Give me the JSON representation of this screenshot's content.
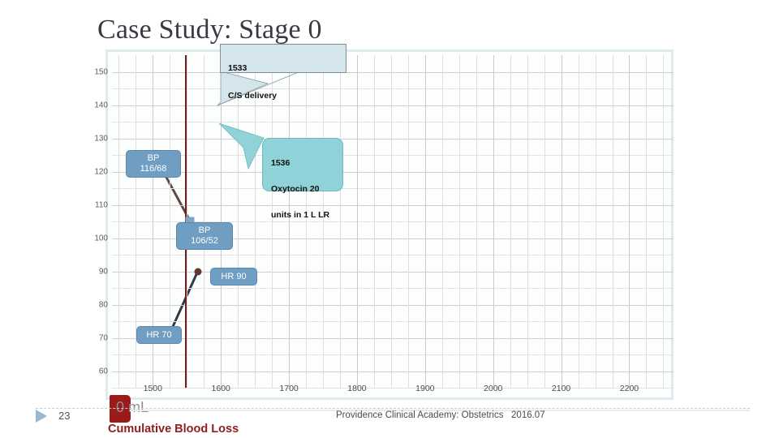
{
  "slide": {
    "title": "Case Study: Stage 0",
    "number": "23",
    "footer": "Providence Clinical Academy: Obstetrics   2016.07",
    "nav_arrow_icon": "play-triangle-icon"
  },
  "chart_data": {
    "type": "line",
    "title": "Case Study: Stage 0",
    "xlabel": "",
    "ylabel": "",
    "xlim": [
      1440,
      2265
    ],
    "ylim": [
      55,
      155
    ],
    "yticks": [
      150,
      140,
      130,
      120,
      110,
      100,
      90,
      80,
      70,
      60
    ],
    "xticks": [
      1500,
      1600,
      1700,
      1800,
      1900,
      2000,
      2100,
      2200
    ],
    "grid": true,
    "legend": "none",
    "minor_gridlines": true,
    "series": [
      {
        "name": "BP",
        "marker": "square",
        "color": "#7fa4c4",
        "line_color": "#5e4a42",
        "x": [
          1510,
          1555
        ],
        "y": [
          122,
          105
        ],
        "point_labels": [
          "BP\n116/68",
          "BP\n106/52"
        ]
      },
      {
        "name": "HR",
        "marker": "circle",
        "color": "#5c3b2e",
        "line_color": "#2f3a4a",
        "x": [
          1522,
          1566
        ],
        "y": [
          70,
          90
        ],
        "point_labels": [
          "HR 70",
          "HR 90"
        ]
      }
    ],
    "event_line": {
      "x": 1547,
      "color": "#6b1f1f"
    },
    "annotations": [
      {
        "id": "cs-delivery",
        "time": "1533",
        "text": "C/S delivery",
        "shape": "rectangle",
        "fill": "#d4e6ec"
      },
      {
        "id": "oxytocin",
        "time": "1536",
        "text": "Oxytocin 20\nunits in 1 L LR",
        "shape": "rounded",
        "fill": "#8fd2d8"
      }
    ]
  },
  "annotations": {
    "cs_delivery": {
      "line1": "1533",
      "line2": "C/S delivery"
    },
    "oxytocin": {
      "line1": "1536",
      "line2": "Oxytocin 20",
      "line3": "units in 1 L LR"
    }
  },
  "data_labels": {
    "bp1": "BP\n116/68",
    "bp2": "BP\n106/52",
    "hr1": "HR 70",
    "hr2": "HR 90"
  },
  "axis": {
    "y_labels": [
      "150",
      "140",
      "130",
      "120",
      "110",
      "100",
      "90",
      "80",
      "70",
      "60"
    ],
    "x_labels": [
      "1500",
      "1600",
      "1700",
      "1800",
      "1900",
      "2000",
      "2100",
      "2200"
    ]
  },
  "blood_loss": {
    "value": "0 mL",
    "caption": "Cumulative Blood Loss",
    "bar_color": "#9c1a1a"
  },
  "colors": {
    "title": "#3a3a44",
    "pill": "#6f9ec2",
    "callout_rect": "#d4e6ec",
    "callout_round": "#8fd2d8",
    "event_line": "#6b1f1f",
    "blood": "#8c1f1f"
  }
}
